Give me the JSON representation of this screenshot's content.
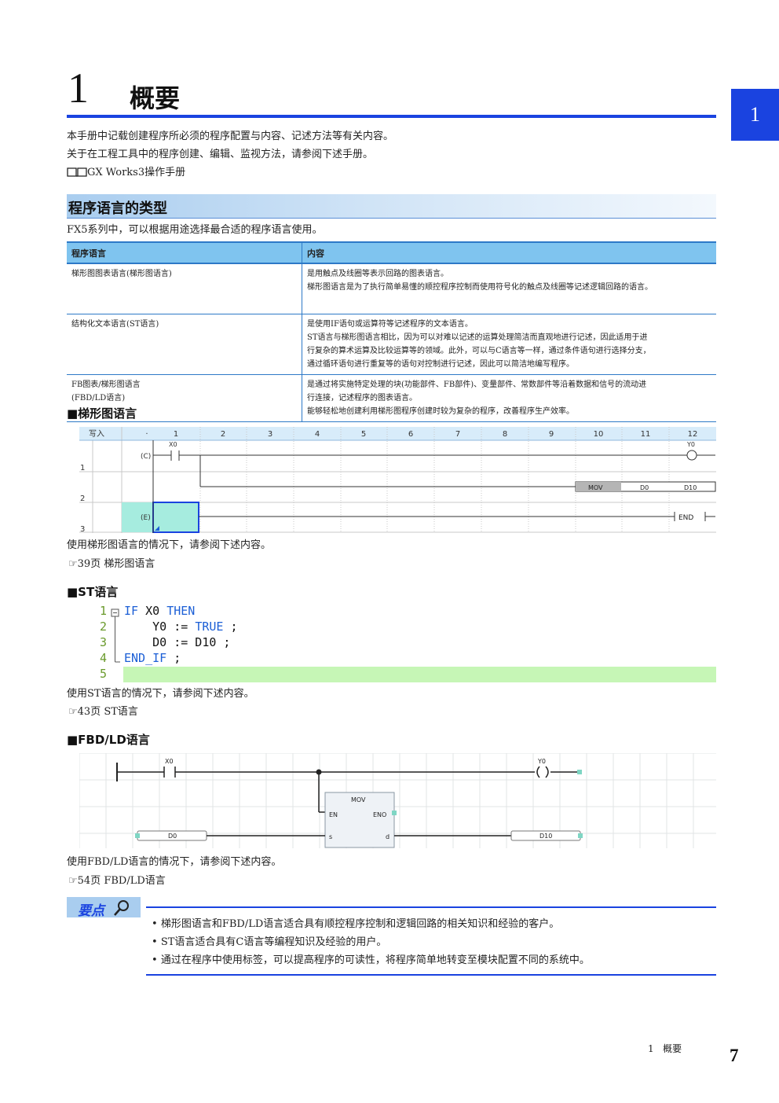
{
  "chapter": {
    "number": "1",
    "title": "概要",
    "side_tab": "1"
  },
  "intro": [
    "本手册中记载创建程序所必须的程序配置与内容、记述方法等有关内容。",
    "关于在工程工具中的程序创建、编辑、监视方法，请参阅下述手册。",
    "GX Works3操作手册"
  ],
  "section": {
    "title": "程序语言的类型",
    "lead": "FX5系列中，可以根据用途选择最合适的程序语言使用。"
  },
  "table": {
    "headers": [
      "程序语言",
      "内容"
    ],
    "rows": [
      {
        "lang": [
          "梯形图图表语言(梯形图语言)"
        ],
        "desc": [
          "是用触点及线圈等表示回路的图表语言。",
          "梯形图语言是为了执行简单易懂的顺控程序控制而使用符号化的触点及线圈等记述逻辑回路的语言。"
        ]
      },
      {
        "lang": [
          "结构化文本语言(ST语言)"
        ],
        "desc": [
          "是使用IF语句或运算符等记述程序的文本语言。",
          "ST语言与梯形图语言相比，因为可以对难以记述的运算处理简洁而直观地进行记述，因此适用于进",
          "行复杂的算术运算及比较运算等的领域。此外，可以与C语言等一样，通过条件语句进行选择分支，",
          "通过循环语句进行重复等的语句对控制进行记述，因此可以简洁地编写程序。"
        ]
      },
      {
        "lang": [
          "FB图表/梯形图语言",
          "(FBD/LD语言)"
        ],
        "desc": [
          "是通过将实施特定处理的块(功能部件、FB部件)、变量部件、常数部件等沿着数据和信号的流动进",
          "行连接，记述程序的图表语言。",
          "能够轻松地创建利用梯形图程序创建时较为复杂的程序，改善程序生产效率。"
        ]
      }
    ]
  },
  "ladder": {
    "heading": "■梯形图语言",
    "header_labels": [
      "写入",
      "·",
      "1",
      "2",
      "3",
      "4",
      "5",
      "6",
      "7",
      "8",
      "9",
      "10",
      "11",
      "12"
    ],
    "row_labels": [
      "1",
      "2",
      "3"
    ],
    "row_markers": [
      "(C)",
      "(E)"
    ],
    "contact": "X0",
    "coil": "Y0",
    "instruction": [
      "MOV",
      "D0",
      "D10"
    ],
    "end": "END",
    "caption": "使用梯形图语言的情况下，请参阅下述内容。",
    "ref_page": "39页",
    "ref_title": "梯形图语言"
  },
  "st": {
    "heading": "■ST语言",
    "line_numbers": [
      "1",
      "2",
      "3",
      "4",
      "5"
    ],
    "lines": [
      [
        {
          "t": "IF",
          "k": 1
        },
        {
          "t": " X0 ",
          "k": 0
        },
        {
          "t": "THEN",
          "k": 1
        }
      ],
      [
        {
          "t": "    Y0 := ",
          "k": 0
        },
        {
          "t": "TRUE",
          "k": 1
        },
        {
          "t": " ;",
          "k": 0
        }
      ],
      [
        {
          "t": "    D0 := D10 ;",
          "k": 0
        }
      ],
      [
        {
          "t": "END_IF",
          "k": 1
        },
        {
          "t": " ;",
          "k": 0
        }
      ],
      []
    ],
    "caption": "使用ST语言的情况下，请参阅下述内容。",
    "ref_page": "43页",
    "ref_title": "ST语言"
  },
  "fbd": {
    "heading": "■FBD/LD语言",
    "contact": "X0",
    "coil": "Y0",
    "block": {
      "name": "MOV",
      "en": "EN",
      "eno": "ENO",
      "s": "s",
      "d": "d"
    },
    "input": "D0",
    "output": "D10",
    "caption": "使用FBD/LD语言的情况下，请参阅下述内容。",
    "ref_page": "54页",
    "ref_title": "FBD/LD语言"
  },
  "tip": {
    "badge": "要点",
    "items": [
      "梯形图语言和FBD/LD语言适合具有顺控程序控制和逻辑回路的相关知识和经验的客户。",
      "ST语言适合具有C语言等编程知识及经验的用户。",
      "通过在程序中使用标签，可以提高程序的可读性，将程序简单地转变至模块配置不同的系统中。"
    ]
  },
  "footer": {
    "chapter": "1",
    "title": "概要",
    "page": "7"
  },
  "colors": {
    "accent": "#1a43e0",
    "table_header": "#7fc4ef",
    "st_highlight": "#c6f6b6",
    "keyword": "#1c5fd6"
  }
}
